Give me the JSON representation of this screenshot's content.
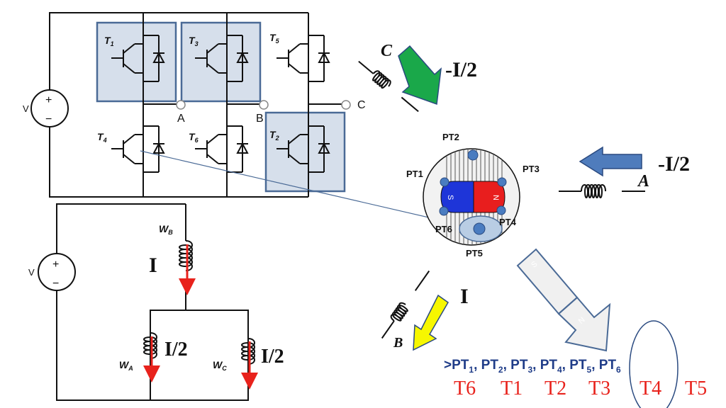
{
  "inverter": {
    "source_label": "V",
    "plus": "+",
    "minus": "−",
    "switch_labels": {
      "t1": "T",
      "t1_sub": "1",
      "t3": "T",
      "t3_sub": "3",
      "t5": "T",
      "t5_sub": "5",
      "t4": "T",
      "t4_sub": "4",
      "t6": "T",
      "t6_sub": "6",
      "t2": "T",
      "t2_sub": "2"
    },
    "node_a": "A",
    "node_b": "B",
    "node_c": "C"
  },
  "winding_circuit": {
    "source_label": "V",
    "plus": "+",
    "minus": "−",
    "wb": "W",
    "wb_sub": "B",
    "wa": "W",
    "wa_sub": "A",
    "wc": "W",
    "wc_sub": "C",
    "current_b": "I",
    "current_a": "I/2",
    "current_c": "I/2"
  },
  "motor": {
    "sensors": [
      "PT2",
      "PT3",
      "PT1",
      "PT4",
      "PT6",
      "PT5"
    ],
    "magnet_s": "S",
    "magnet_n": "N",
    "rotated_s": "S",
    "rotated_n": "N"
  },
  "phases": {
    "c_label": "C",
    "c_current": "-I/2",
    "a_label": "A",
    "a_current": "-I/2",
    "b_label": "B",
    "b_current": "I"
  },
  "sequence": {
    "prefix": ">",
    "sensors": [
      {
        "name": "PT",
        "sub": "1"
      },
      {
        "name": "PT",
        "sub": "2"
      },
      {
        "name": "PT",
        "sub": "3"
      },
      {
        "name": "PT",
        "sub": "4"
      },
      {
        "name": "PT",
        "sub": "5"
      },
      {
        "name": "PT",
        "sub": "6"
      }
    ],
    "transistors": [
      "T6",
      "T1",
      "T2",
      "T3",
      "T4",
      "T5"
    ]
  },
  "colors": {
    "highlight_fill": "#d6dfeb",
    "highlight_stroke": "#4a6a96",
    "arrow_green": "#1aa84a",
    "arrow_blue": "#4f7cbc",
    "arrow_yellow": "#f7f700",
    "arrow_red": "#e8221c",
    "sensor_blue": "#4a7cc0",
    "magnet_blue": "#1e35d8",
    "magnet_red": "#e81e1e",
    "sequence_blue": "#1f3c88",
    "sequence_red": "#e8221c"
  }
}
